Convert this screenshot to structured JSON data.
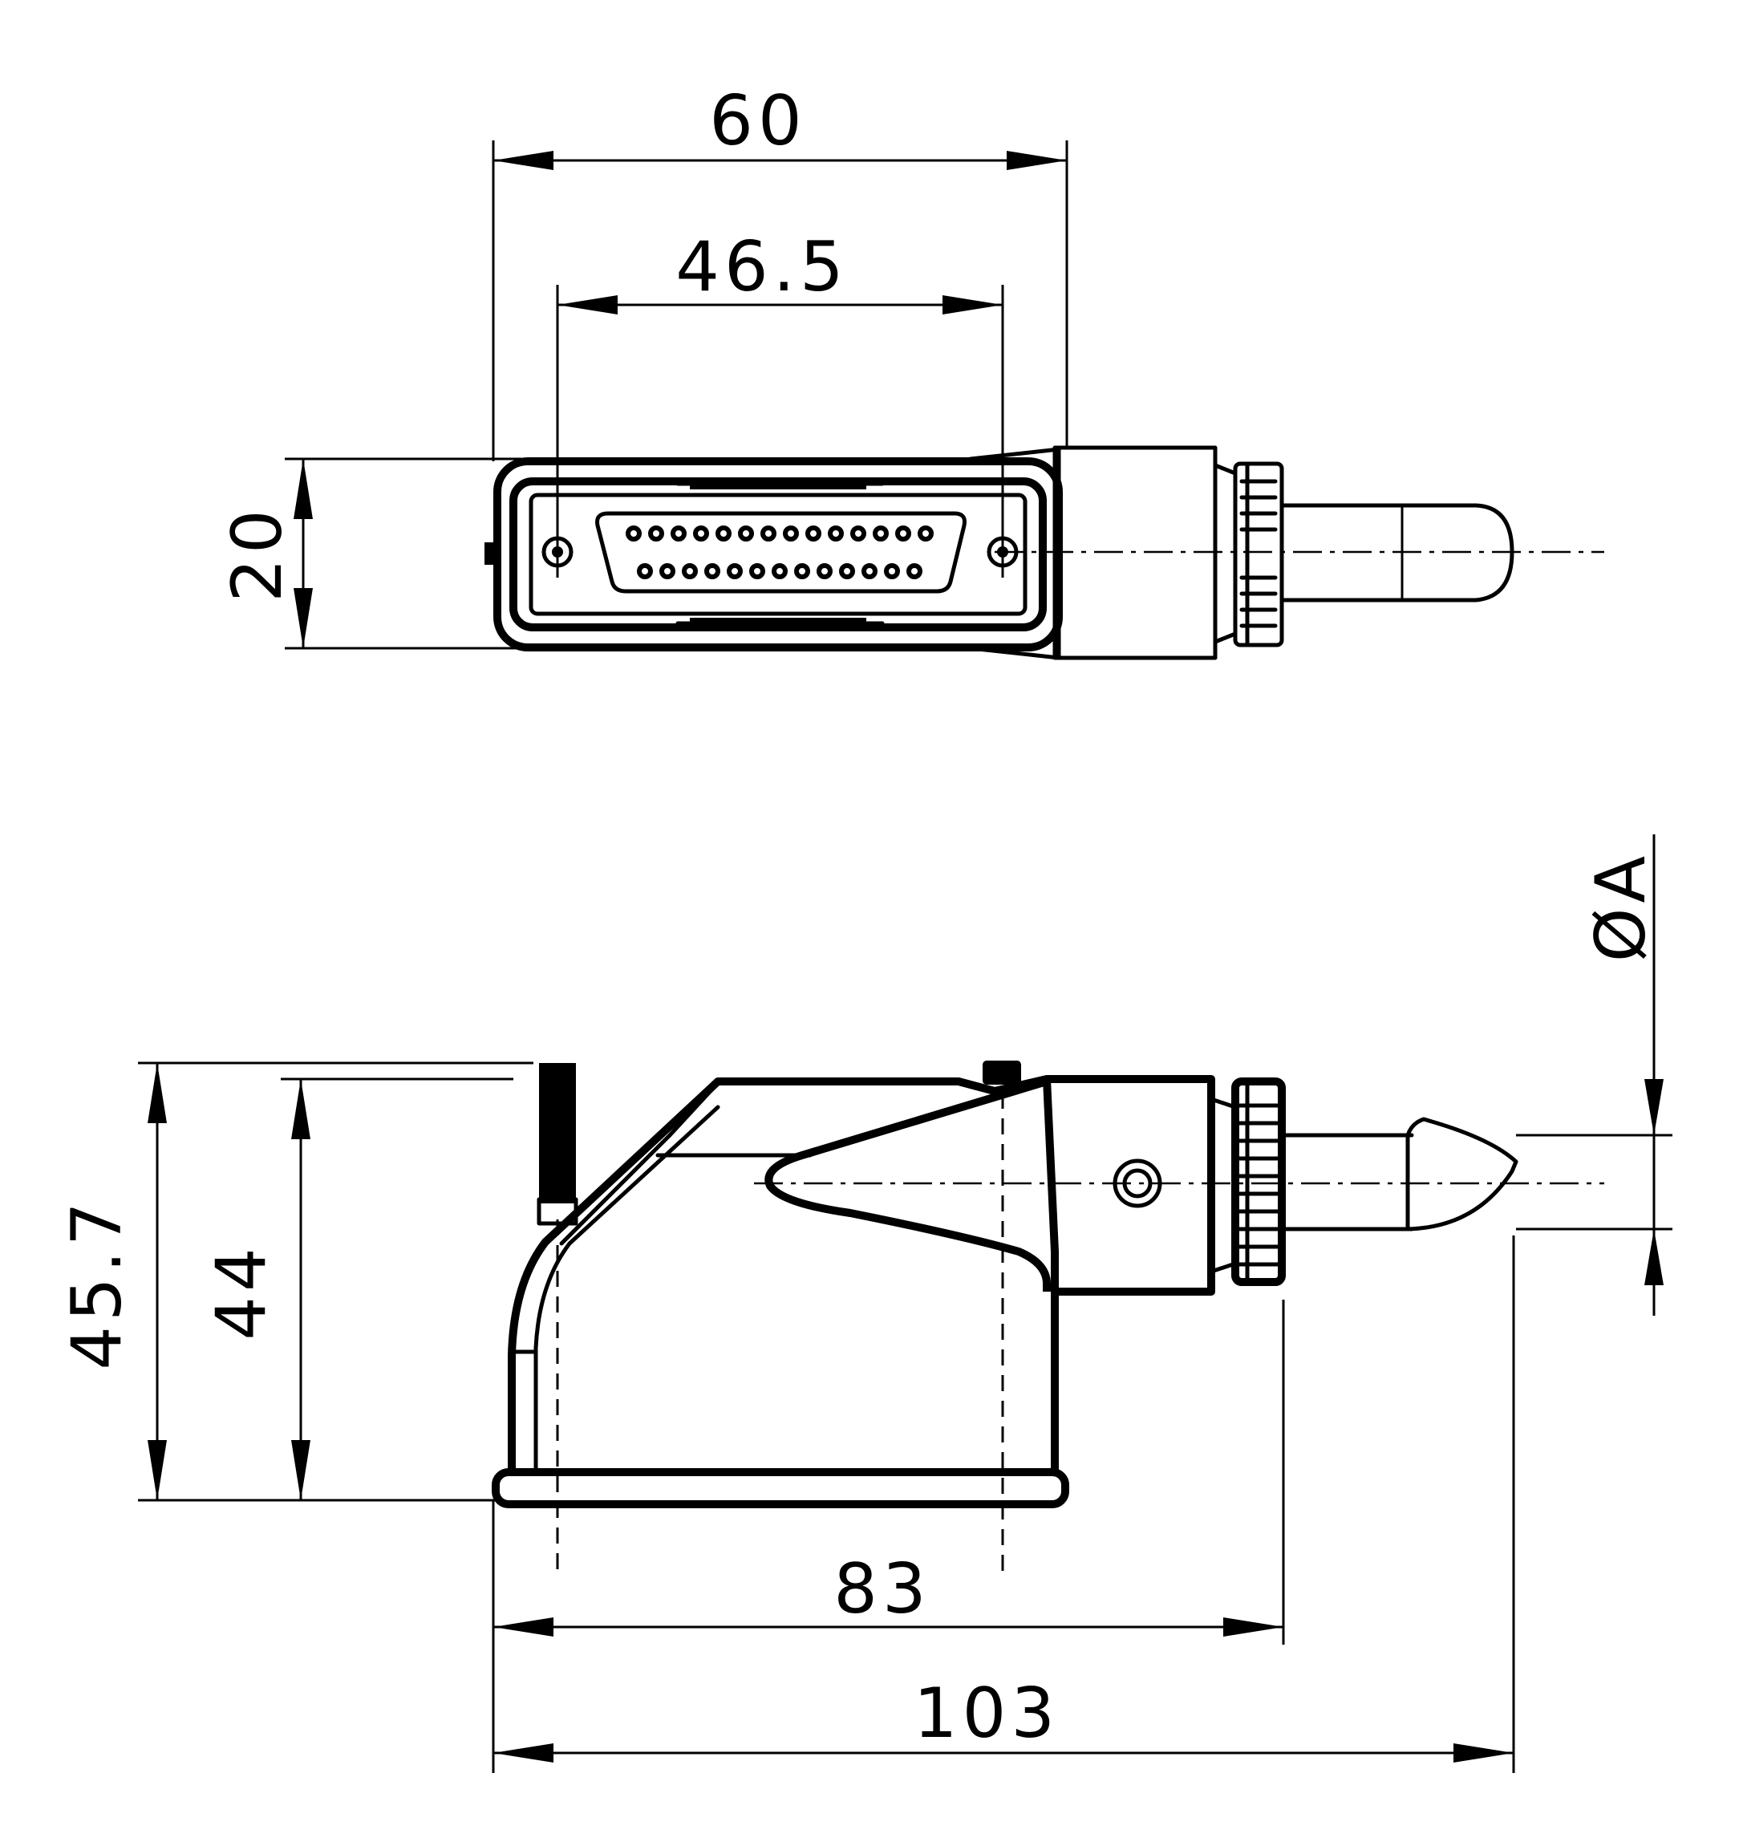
{
  "dimensions": {
    "top_width": "60",
    "top_pitch": "46.5",
    "top_height": "20",
    "side_overall_height": "45.7",
    "side_height": "44",
    "side_length": "83",
    "side_overall_length": "103",
    "cable_diameter": "ØA"
  }
}
